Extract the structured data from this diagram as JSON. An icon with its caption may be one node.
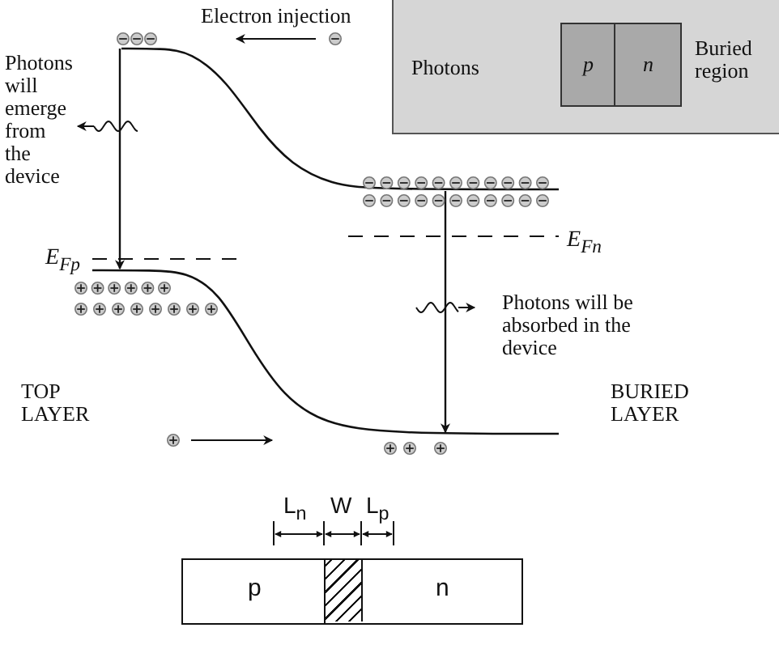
{
  "diagram": {
    "nodes": [
      {
        "text": [
          "Photons",
          "Buried region"
        ]
      },
      {
        "text": [
          "p"
        ],
        "in": 0
      },
      {
        "text": [
          "n"
        ],
        "in": 0
      },
      {
        "text": [],
        "shape": "box"
      },
      {
        "text": [
          "p"
        ],
        "in": 3
      },
      {
        "text": [],
        "shape": "bar",
        "in": 3
      },
      {
        "text": [
          "n"
        ],
        "in": 3
      }
    ],
    "labels": [
      "Electron injection",
      "Photons will emerge from the device",
      "E$_{Fp}$",
      "E$_{Fn}$",
      "Photons will be absorbed in the device",
      "TOP LAYER",
      "BURIED LAYER",
      "L$_{n}$",
      "W",
      "L$_{p}$"
    ]
  }
}
